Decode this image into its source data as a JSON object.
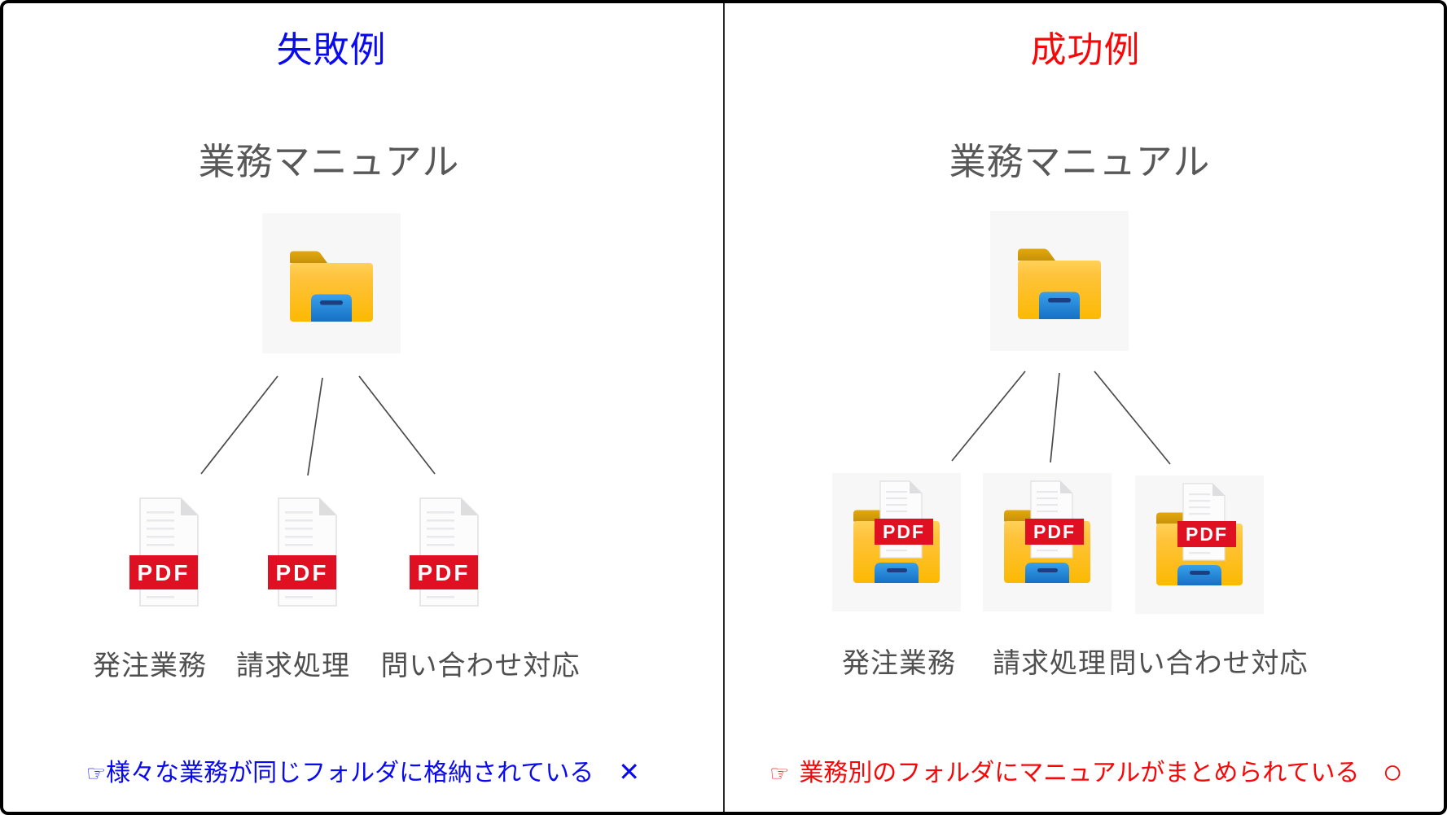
{
  "frame": {
    "background": "#FFFFFF",
    "border_color": "#000000",
    "divider_color": "#2A2A2A"
  },
  "left_panel": {
    "title": "失敗例",
    "title_color": "#0A0AF0",
    "tree_root_label": "業務マニュアル",
    "leaf_labels": [
      "発注業務",
      "請求処理",
      "問い合わせ対応"
    ],
    "note": {
      "hand_icon": "☞",
      "text": "様々な業務が同じフォルダに格納されている",
      "mark": "✕",
      "color": "#0A0AF0"
    }
  },
  "right_panel": {
    "title": "成功例",
    "title_color": "#F70707",
    "tree_root_label": "業務マニュアル",
    "leaf_labels": [
      "発注業務",
      "請求処理",
      "問い合わせ対応"
    ],
    "note": {
      "hand_icon": "☞",
      "text": "業務別のフォルダにマニュアルがまとめられている",
      "mark": "○",
      "color": "#F70707"
    }
  },
  "icons": {
    "pdf_badge_text": "PDF",
    "pdf_badge_color": "#DF1021",
    "folder_yellow": "#FFC23B",
    "folder_tab_gold": "#D49C08",
    "folder_pocket_blue": "#2288D8",
    "icon_tile_background": "#F7F7F7",
    "connector_line_color": "#4A4A4A",
    "label_gray": "#4F4F4F"
  }
}
